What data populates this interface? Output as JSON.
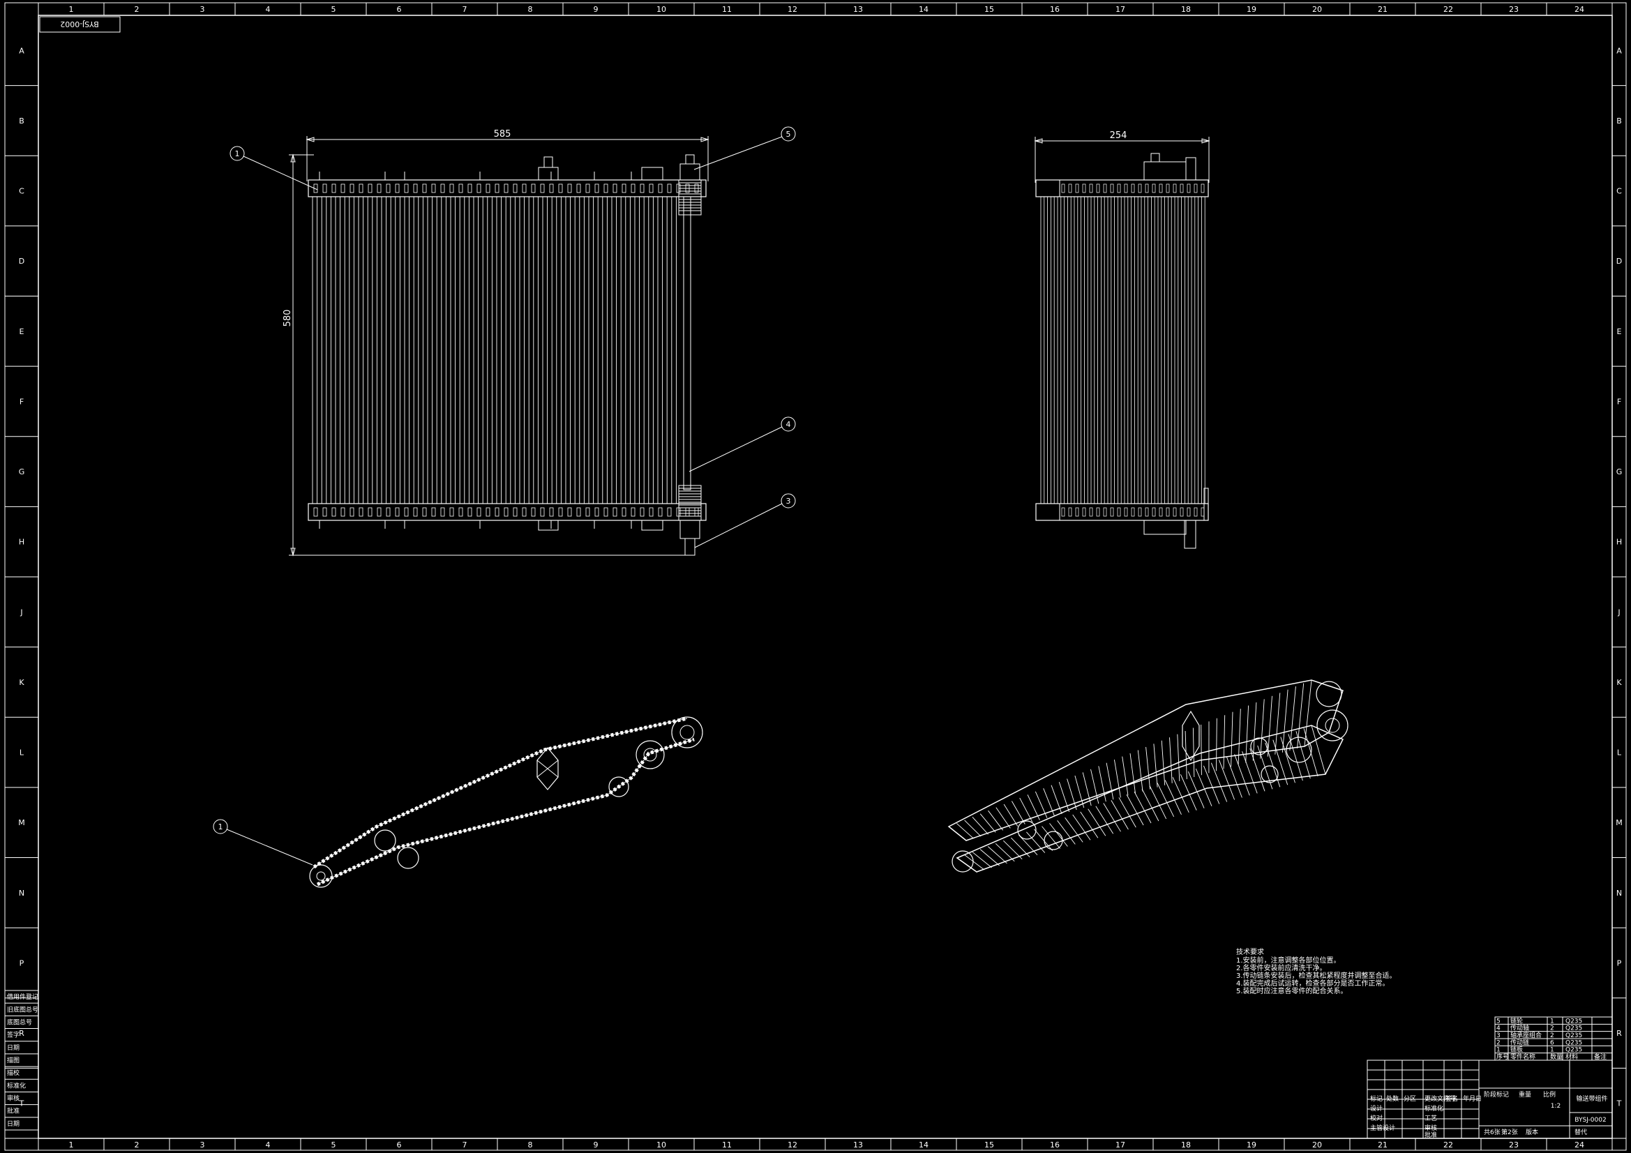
{
  "sheet": {
    "code_stamp": "BYSJ-0002",
    "col_labels": [
      "1",
      "2",
      "3",
      "4",
      "5",
      "6",
      "7",
      "8",
      "9",
      "10",
      "11",
      "12",
      "13",
      "14",
      "15",
      "16",
      "17",
      "18",
      "19",
      "20",
      "21",
      "22",
      "23",
      "24"
    ],
    "row_labels": [
      "A",
      "B",
      "C",
      "D",
      "E",
      "F",
      "G",
      "H",
      "J",
      "K",
      "L",
      "M",
      "N",
      "P",
      "R",
      "T"
    ]
  },
  "front_view": {
    "width_dim": "585",
    "height_dim": "580",
    "callouts": [
      "1",
      "5",
      "4",
      "3"
    ]
  },
  "side_view": {
    "width_dim": "254"
  },
  "section_view": {
    "callouts": [
      "1"
    ]
  },
  "notes": {
    "heading": "技术要求",
    "lines": [
      "1.安装前，注意调整各部位位置。",
      "2.各零件安装前应清洗干净。",
      "3.传动链条安装后，检查其松紧程度并调整至合适。",
      "4.装配完成后试运转，检查各部分是否工作正常。",
      "5.装配时应注意各零件的配合关系。"
    ]
  },
  "left_strip": {
    "labels": [
      "借用件登记",
      "旧底图总号",
      "底图总号",
      "签字",
      "日期",
      "描图",
      "描校",
      "标准化",
      "审核",
      "批准",
      "日期"
    ]
  },
  "bom": {
    "rows": [
      {
        "no": "5",
        "name": "链轮",
        "qty": "1",
        "mat": "Q235"
      },
      {
        "no": "4",
        "name": "传动轴",
        "qty": "2",
        "mat": "Q235"
      },
      {
        "no": "3",
        "name": "轴承座组合",
        "qty": "2",
        "mat": "Q235"
      },
      {
        "no": "2",
        "name": "传动链",
        "qty": "6",
        "mat": "Q235"
      },
      {
        "no": "1",
        "name": "链板",
        "qty": "1",
        "mat": "Q235"
      }
    ],
    "header": [
      "序号",
      "零件名称",
      "数量",
      "材料",
      "备注"
    ]
  },
  "title_block": {
    "part_name": "输送带组件",
    "drawing_no": "BYSJ-0002",
    "scale": "1:2",
    "labels": [
      "标记",
      "处数",
      "分区",
      "更改文件号",
      "签名",
      "年月日",
      "设计",
      "标准化",
      "校对",
      "工艺",
      "主管设计",
      "审核",
      "批准",
      "阶段标记",
      "重量",
      "比例",
      "共6张",
      "第2张",
      "版本",
      "替代"
    ]
  }
}
